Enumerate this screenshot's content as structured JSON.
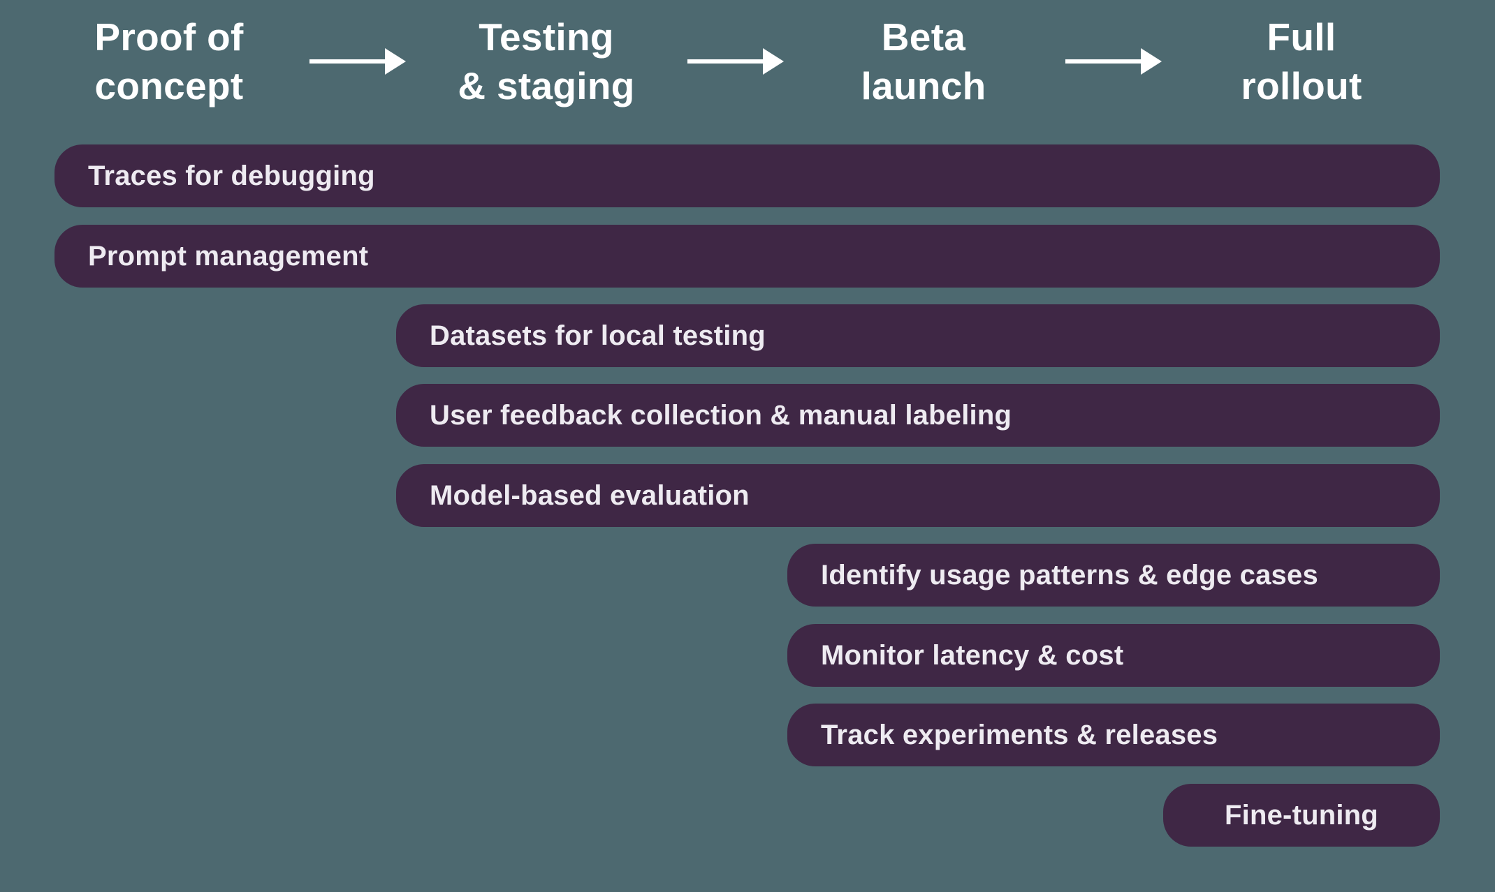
{
  "colors": {
    "background": "#4d6970",
    "bar": "#3f2745",
    "header_text": "#ffffff",
    "bar_text": "#eeebf1"
  },
  "phases": [
    {
      "label": "Proof of\nconcept"
    },
    {
      "label": "Testing\n& staging"
    },
    {
      "label": "Beta\nlaunch"
    },
    {
      "label": "Full\nrollout"
    }
  ],
  "arrow_icon": "right-arrow-icon",
  "bars": [
    {
      "label": "Traces for debugging",
      "from_phase": "Proof of concept",
      "to_phase": "Full rollout"
    },
    {
      "label": "Prompt management",
      "from_phase": "Proof of concept",
      "to_phase": "Full rollout"
    },
    {
      "label": "Datasets for local testing",
      "from_phase": "Testing & staging",
      "to_phase": "Full rollout"
    },
    {
      "label": "User feedback collection & manual labeling",
      "from_phase": "Testing & staging",
      "to_phase": "Full rollout"
    },
    {
      "label": "Model-based evaluation",
      "from_phase": "Testing & staging",
      "to_phase": "Full rollout"
    },
    {
      "label": "Identify usage patterns & edge cases",
      "from_phase": "Beta launch",
      "to_phase": "Full rollout"
    },
    {
      "label": "Monitor latency & cost",
      "from_phase": "Beta launch",
      "to_phase": "Full rollout"
    },
    {
      "label": "Track experiments & releases",
      "from_phase": "Beta launch",
      "to_phase": "Full rollout"
    },
    {
      "label": "Fine-tuning",
      "from_phase": "Full rollout",
      "to_phase": "Full rollout"
    }
  ]
}
